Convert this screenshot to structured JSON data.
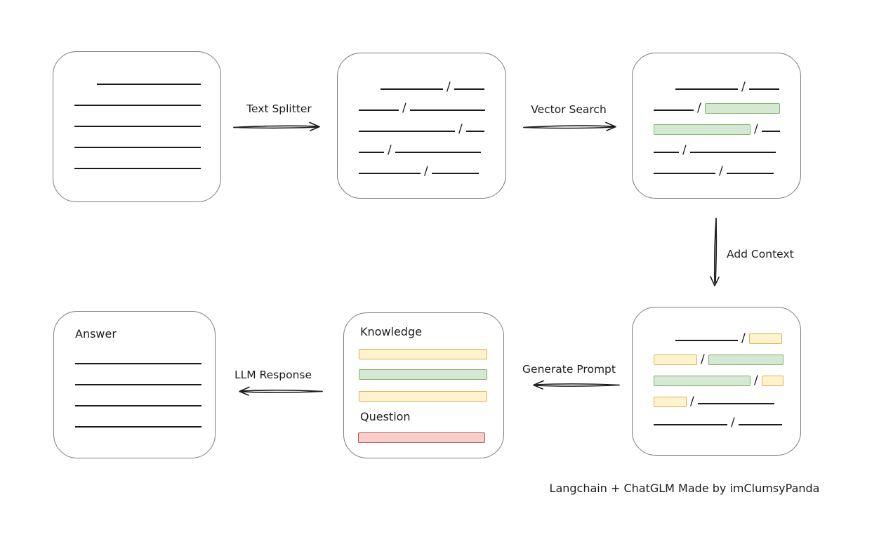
{
  "attribution": "Langchain + ChatGLM Made by imClumsyPanda",
  "colors": {
    "line": "#1c1c1c",
    "text": "#1c1c1c",
    "box_border": "#7d7d7d",
    "green_fill": "#d5e8d4",
    "green_stroke": "#82b366",
    "yellow_fill": "#fff2cc",
    "yellow_stroke": "#d6b656",
    "red_fill": "#f8cecc",
    "red_stroke": "#b85450"
  },
  "arrows": {
    "text_splitter": "Text Splitter",
    "vector_search": "Vector Search",
    "add_context": "Add Context",
    "generate_prompt": "Generate Prompt",
    "llm_response": "LLM Response"
  },
  "boxes": {
    "document": {
      "rows": [
        [
          {
            "t": "space",
            "w": 32
          },
          {
            "t": "line",
            "w": 148
          }
        ],
        [
          {
            "t": "line",
            "w": 180
          }
        ],
        [
          {
            "t": "line",
            "w": 180
          }
        ],
        [
          {
            "t": "line",
            "w": 180
          }
        ],
        [
          {
            "t": "line",
            "w": 180
          }
        ]
      ]
    },
    "chunks": {
      "rows": [
        [
          {
            "t": "space",
            "w": 31
          },
          {
            "t": "line",
            "w": 89
          },
          {
            "t": "slash"
          },
          {
            "t": "line",
            "w": 43
          }
        ],
        [
          {
            "t": "line",
            "w": 57
          },
          {
            "t": "slash"
          },
          {
            "t": "line",
            "w": 107
          }
        ],
        [
          {
            "t": "line",
            "w": 137
          },
          {
            "t": "slash"
          },
          {
            "t": "line",
            "w": 26
          }
        ],
        [
          {
            "t": "line",
            "w": 36
          },
          {
            "t": "slash"
          },
          {
            "t": "line",
            "w": 122
          }
        ],
        [
          {
            "t": "line",
            "w": 88
          },
          {
            "t": "slash"
          },
          {
            "t": "line",
            "w": 67
          }
        ]
      ]
    },
    "matched_chunks": {
      "rows": [
        [
          {
            "t": "space",
            "w": 31
          },
          {
            "t": "line",
            "w": 89
          },
          {
            "t": "slash"
          },
          {
            "t": "line",
            "w": 43
          }
        ],
        [
          {
            "t": "line",
            "w": 57
          },
          {
            "t": "slash"
          },
          {
            "t": "green",
            "w": 107
          }
        ],
        [
          {
            "t": "green",
            "w": 138
          },
          {
            "t": "slash"
          },
          {
            "t": "line",
            "w": 26
          }
        ],
        [
          {
            "t": "line",
            "w": 36
          },
          {
            "t": "slash"
          },
          {
            "t": "line",
            "w": 122
          }
        ],
        [
          {
            "t": "line",
            "w": 88
          },
          {
            "t": "slash"
          },
          {
            "t": "line",
            "w": 67
          }
        ]
      ]
    },
    "context_chunks": {
      "rows": [
        [
          {
            "t": "space",
            "w": 31
          },
          {
            "t": "line",
            "w": 89
          },
          {
            "t": "slash"
          },
          {
            "t": "yellow",
            "w": 47
          }
        ],
        [
          {
            "t": "yellow",
            "w": 62
          },
          {
            "t": "slash"
          },
          {
            "t": "green",
            "w": 107
          }
        ],
        [
          {
            "t": "green",
            "w": 138
          },
          {
            "t": "slash"
          },
          {
            "t": "yellow",
            "w": 31
          }
        ],
        [
          {
            "t": "yellow",
            "w": 47
          },
          {
            "t": "slash"
          },
          {
            "t": "line",
            "w": 109
          }
        ],
        [
          {
            "t": "line",
            "w": 105
          },
          {
            "t": "slash"
          },
          {
            "t": "line",
            "w": 62
          }
        ]
      ]
    },
    "prompt": {
      "knowledge_label": "Knowledge",
      "question_label": "Question"
    },
    "answer": {
      "label": "Answer",
      "rows": [
        [
          {
            "t": "line",
            "w": 180
          }
        ],
        [
          {
            "t": "line",
            "w": 180
          }
        ],
        [
          {
            "t": "line",
            "w": 180
          }
        ],
        [
          {
            "t": "line",
            "w": 180
          }
        ]
      ]
    }
  }
}
